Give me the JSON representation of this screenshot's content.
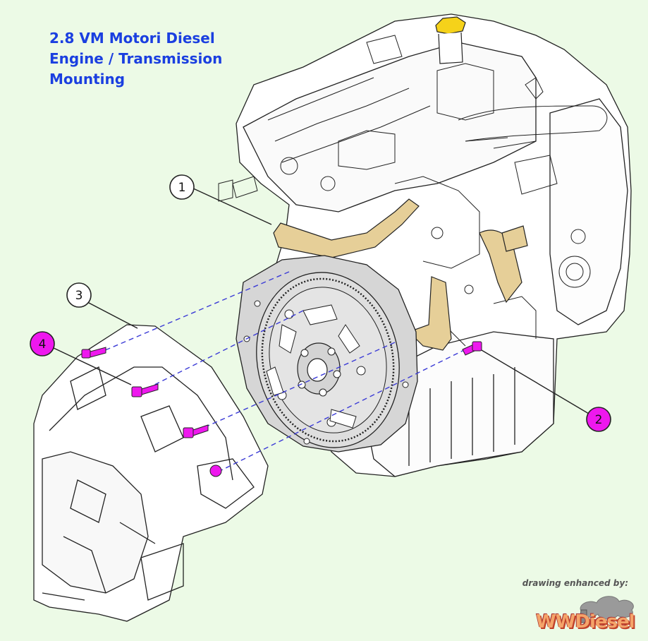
{
  "title": {
    "line1": "2.8 VM Motori Diesel",
    "line2": "Engine / Transmission",
    "line3": "Mounting"
  },
  "callouts": [
    {
      "id": "1",
      "label": "1",
      "color": "#ffffff"
    },
    {
      "id": "2",
      "label": "2",
      "color": "#ee18ee"
    },
    {
      "id": "3",
      "label": "3",
      "color": "#ffffff"
    },
    {
      "id": "4",
      "label": "4",
      "color": "#ee18ee"
    }
  ],
  "credit": {
    "text": "drawing enhanced by:",
    "logo_text": "WWDiesel"
  },
  "colors": {
    "background": "#ecfae6",
    "title": "#1a3fe0",
    "hose": "#e6cf98",
    "bolt": "#ee18ee",
    "dash": "#3b3bd6",
    "oil_cap": "#f5d21a",
    "line_art": "#222222"
  }
}
